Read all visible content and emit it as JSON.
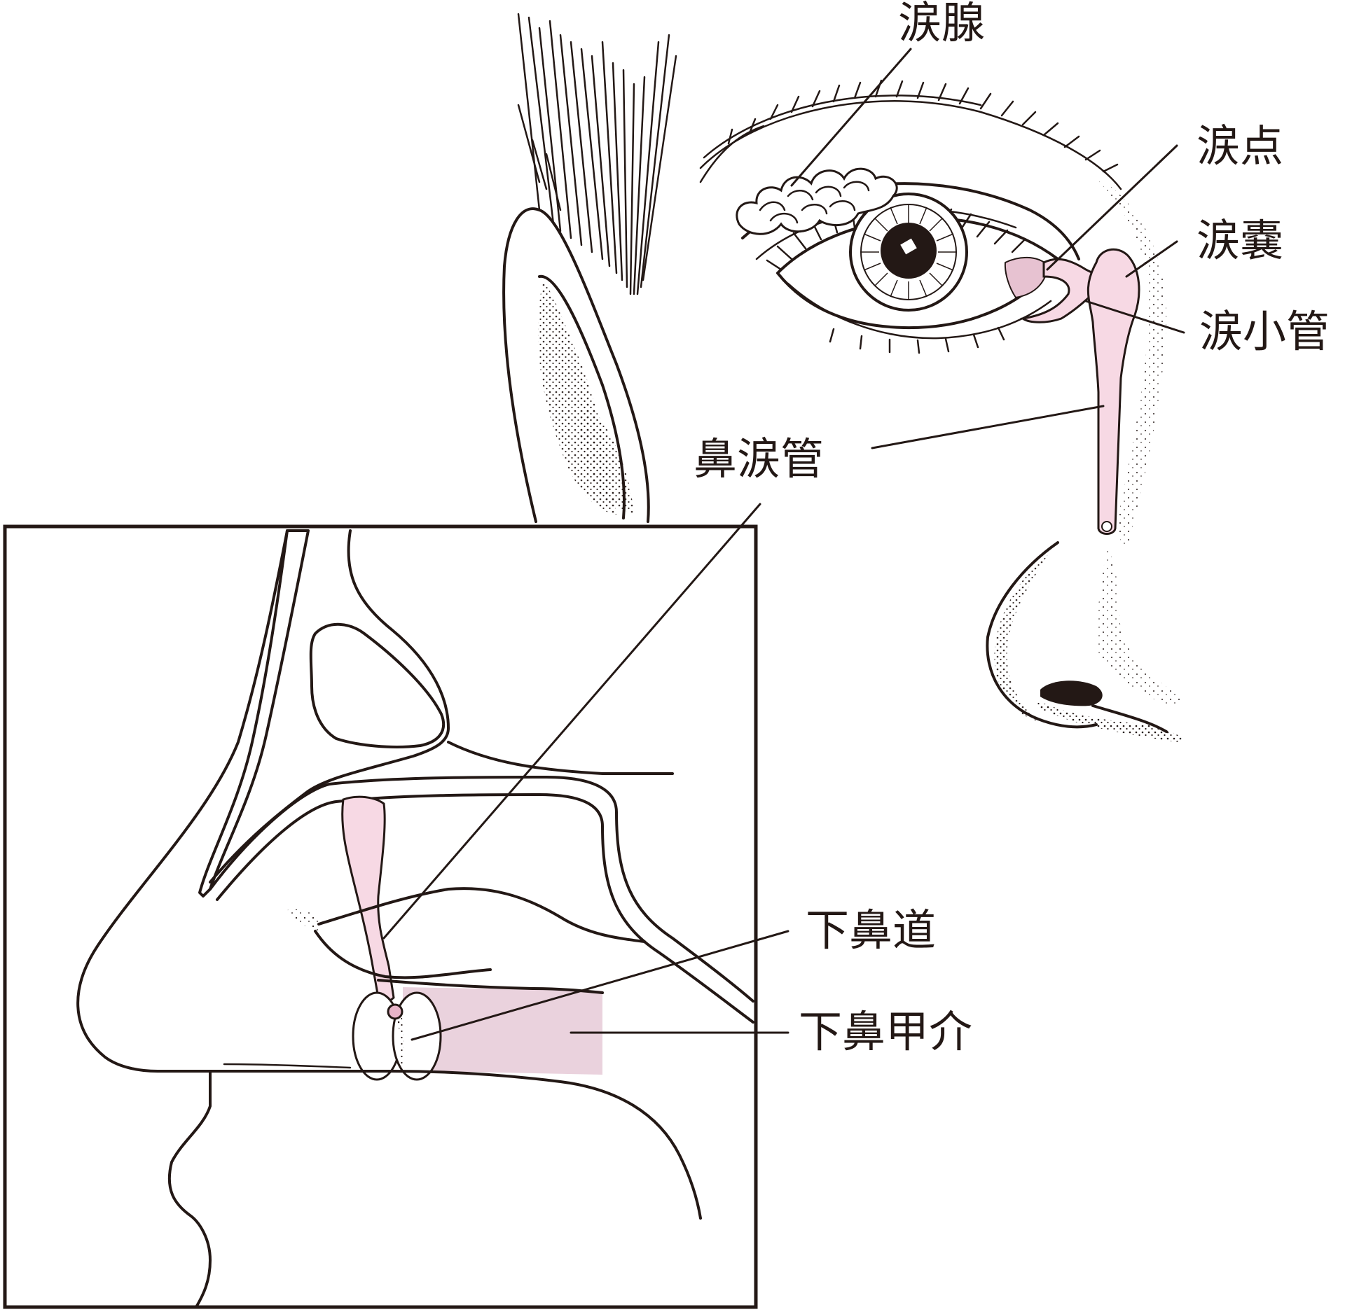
{
  "labels": {
    "lacrimal_gland": "涙腺",
    "lacrimal_punctum": "涙点",
    "lacrimal_sac": "涙嚢",
    "lacrimal_canaliculus": "涙小管",
    "nasolacrimal_duct": "鼻涙管",
    "inferior_meatus": "下鼻道",
    "inferior_turbinate": "下鼻甲介"
  },
  "colors": {
    "lacrimal_pink": "#f7d9e4",
    "turbinate_pink": "#ead2dd",
    "punctum_pink": "#e8b4c8",
    "ink": "#231815"
  }
}
